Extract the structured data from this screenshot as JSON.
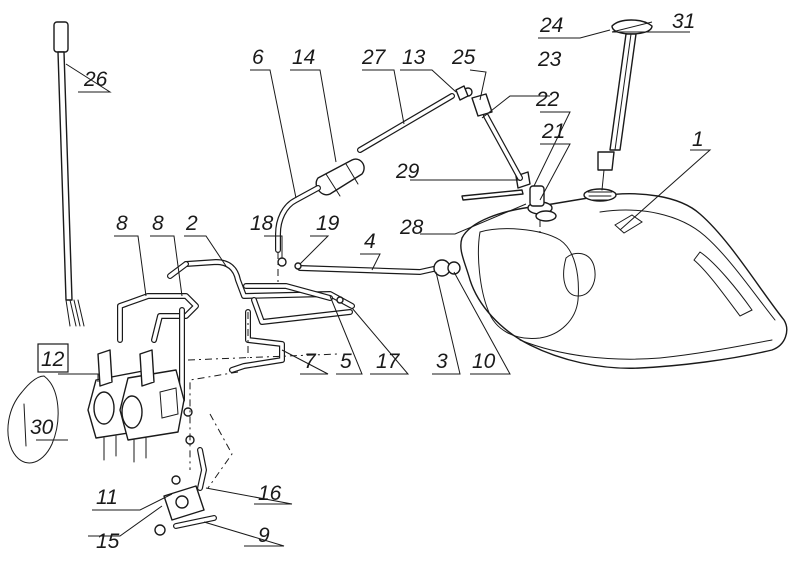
{
  "callouts": [
    {
      "id": "1",
      "label": "1"
    },
    {
      "id": "2",
      "label": "2"
    },
    {
      "id": "3",
      "label": "3"
    },
    {
      "id": "4",
      "label": "4"
    },
    {
      "id": "5",
      "label": "5"
    },
    {
      "id": "6",
      "label": "6"
    },
    {
      "id": "7",
      "label": "7"
    },
    {
      "id": "8a",
      "label": "8"
    },
    {
      "id": "8b",
      "label": "8"
    },
    {
      "id": "9",
      "label": "9"
    },
    {
      "id": "10",
      "label": "10"
    },
    {
      "id": "11",
      "label": "11"
    },
    {
      "id": "12",
      "label": "12"
    },
    {
      "id": "13",
      "label": "13"
    },
    {
      "id": "14",
      "label": "14"
    },
    {
      "id": "15",
      "label": "15"
    },
    {
      "id": "16",
      "label": "16"
    },
    {
      "id": "17",
      "label": "17"
    },
    {
      "id": "18",
      "label": "18"
    },
    {
      "id": "19",
      "label": "19"
    },
    {
      "id": "21",
      "label": "21"
    },
    {
      "id": "22",
      "label": "22"
    },
    {
      "id": "23",
      "label": "23"
    },
    {
      "id": "24",
      "label": "24"
    },
    {
      "id": "25",
      "label": "25"
    },
    {
      "id": "26",
      "label": "26"
    },
    {
      "id": "27",
      "label": "27"
    },
    {
      "id": "28",
      "label": "28"
    },
    {
      "id": "29",
      "label": "29"
    },
    {
      "id": "30",
      "label": "30"
    },
    {
      "id": "31",
      "label": "31"
    }
  ]
}
